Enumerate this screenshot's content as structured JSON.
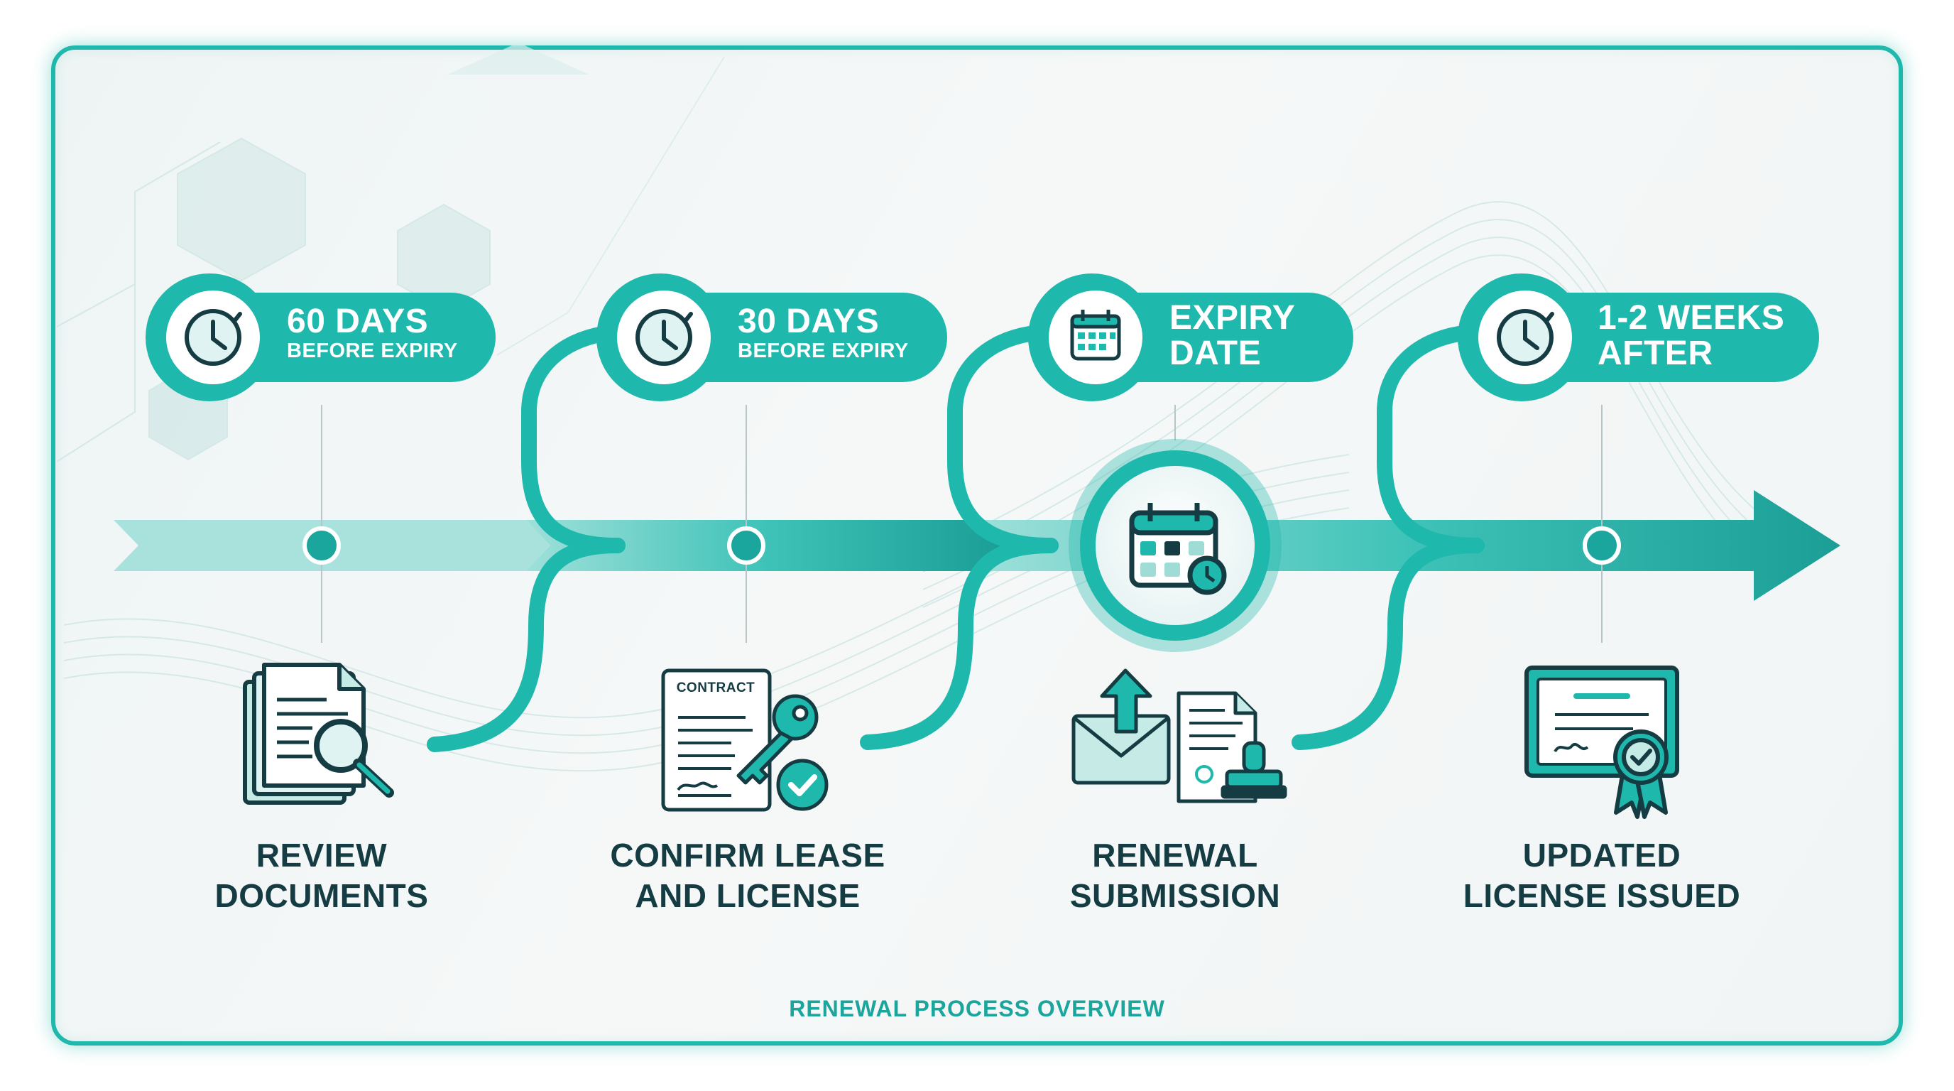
{
  "title_footer": "RENEWAL PROCESS OVERVIEW",
  "colors": {
    "accent": "#1fb8ad",
    "accent_dark": "#12998f",
    "accent_light": "#7fd8d0",
    "text_dark": "#163c43"
  },
  "milestones": [
    {
      "big": "60 DAYS",
      "small": "BEFORE EXPIRY",
      "icon": "clock-icon"
    },
    {
      "big": "30 DAYS",
      "small": "BEFORE EXPIRY",
      "icon": "clock-icon"
    },
    {
      "big": "EXPIRY",
      "small": "DATE",
      "icon": "calendar-icon"
    },
    {
      "big": "1-2 WEEKS",
      "small": "AFTER",
      "icon": "clock-icon"
    }
  ],
  "steps": [
    {
      "line1": "REVIEW",
      "line2": "DOCUMENTS",
      "icon": "documents-search-icon"
    },
    {
      "line1": "CONFIRM LEASE",
      "line2": "AND LICENSE",
      "icon": "contract-key-icon",
      "icon_text": "CONTRACT"
    },
    {
      "line1": "RENEWAL",
      "line2": "SUBMISSION",
      "icon": "envelope-stamp-icon"
    },
    {
      "line1": "UPDATED",
      "line2": "LICENSE ISSUED",
      "icon": "certificate-icon"
    }
  ]
}
